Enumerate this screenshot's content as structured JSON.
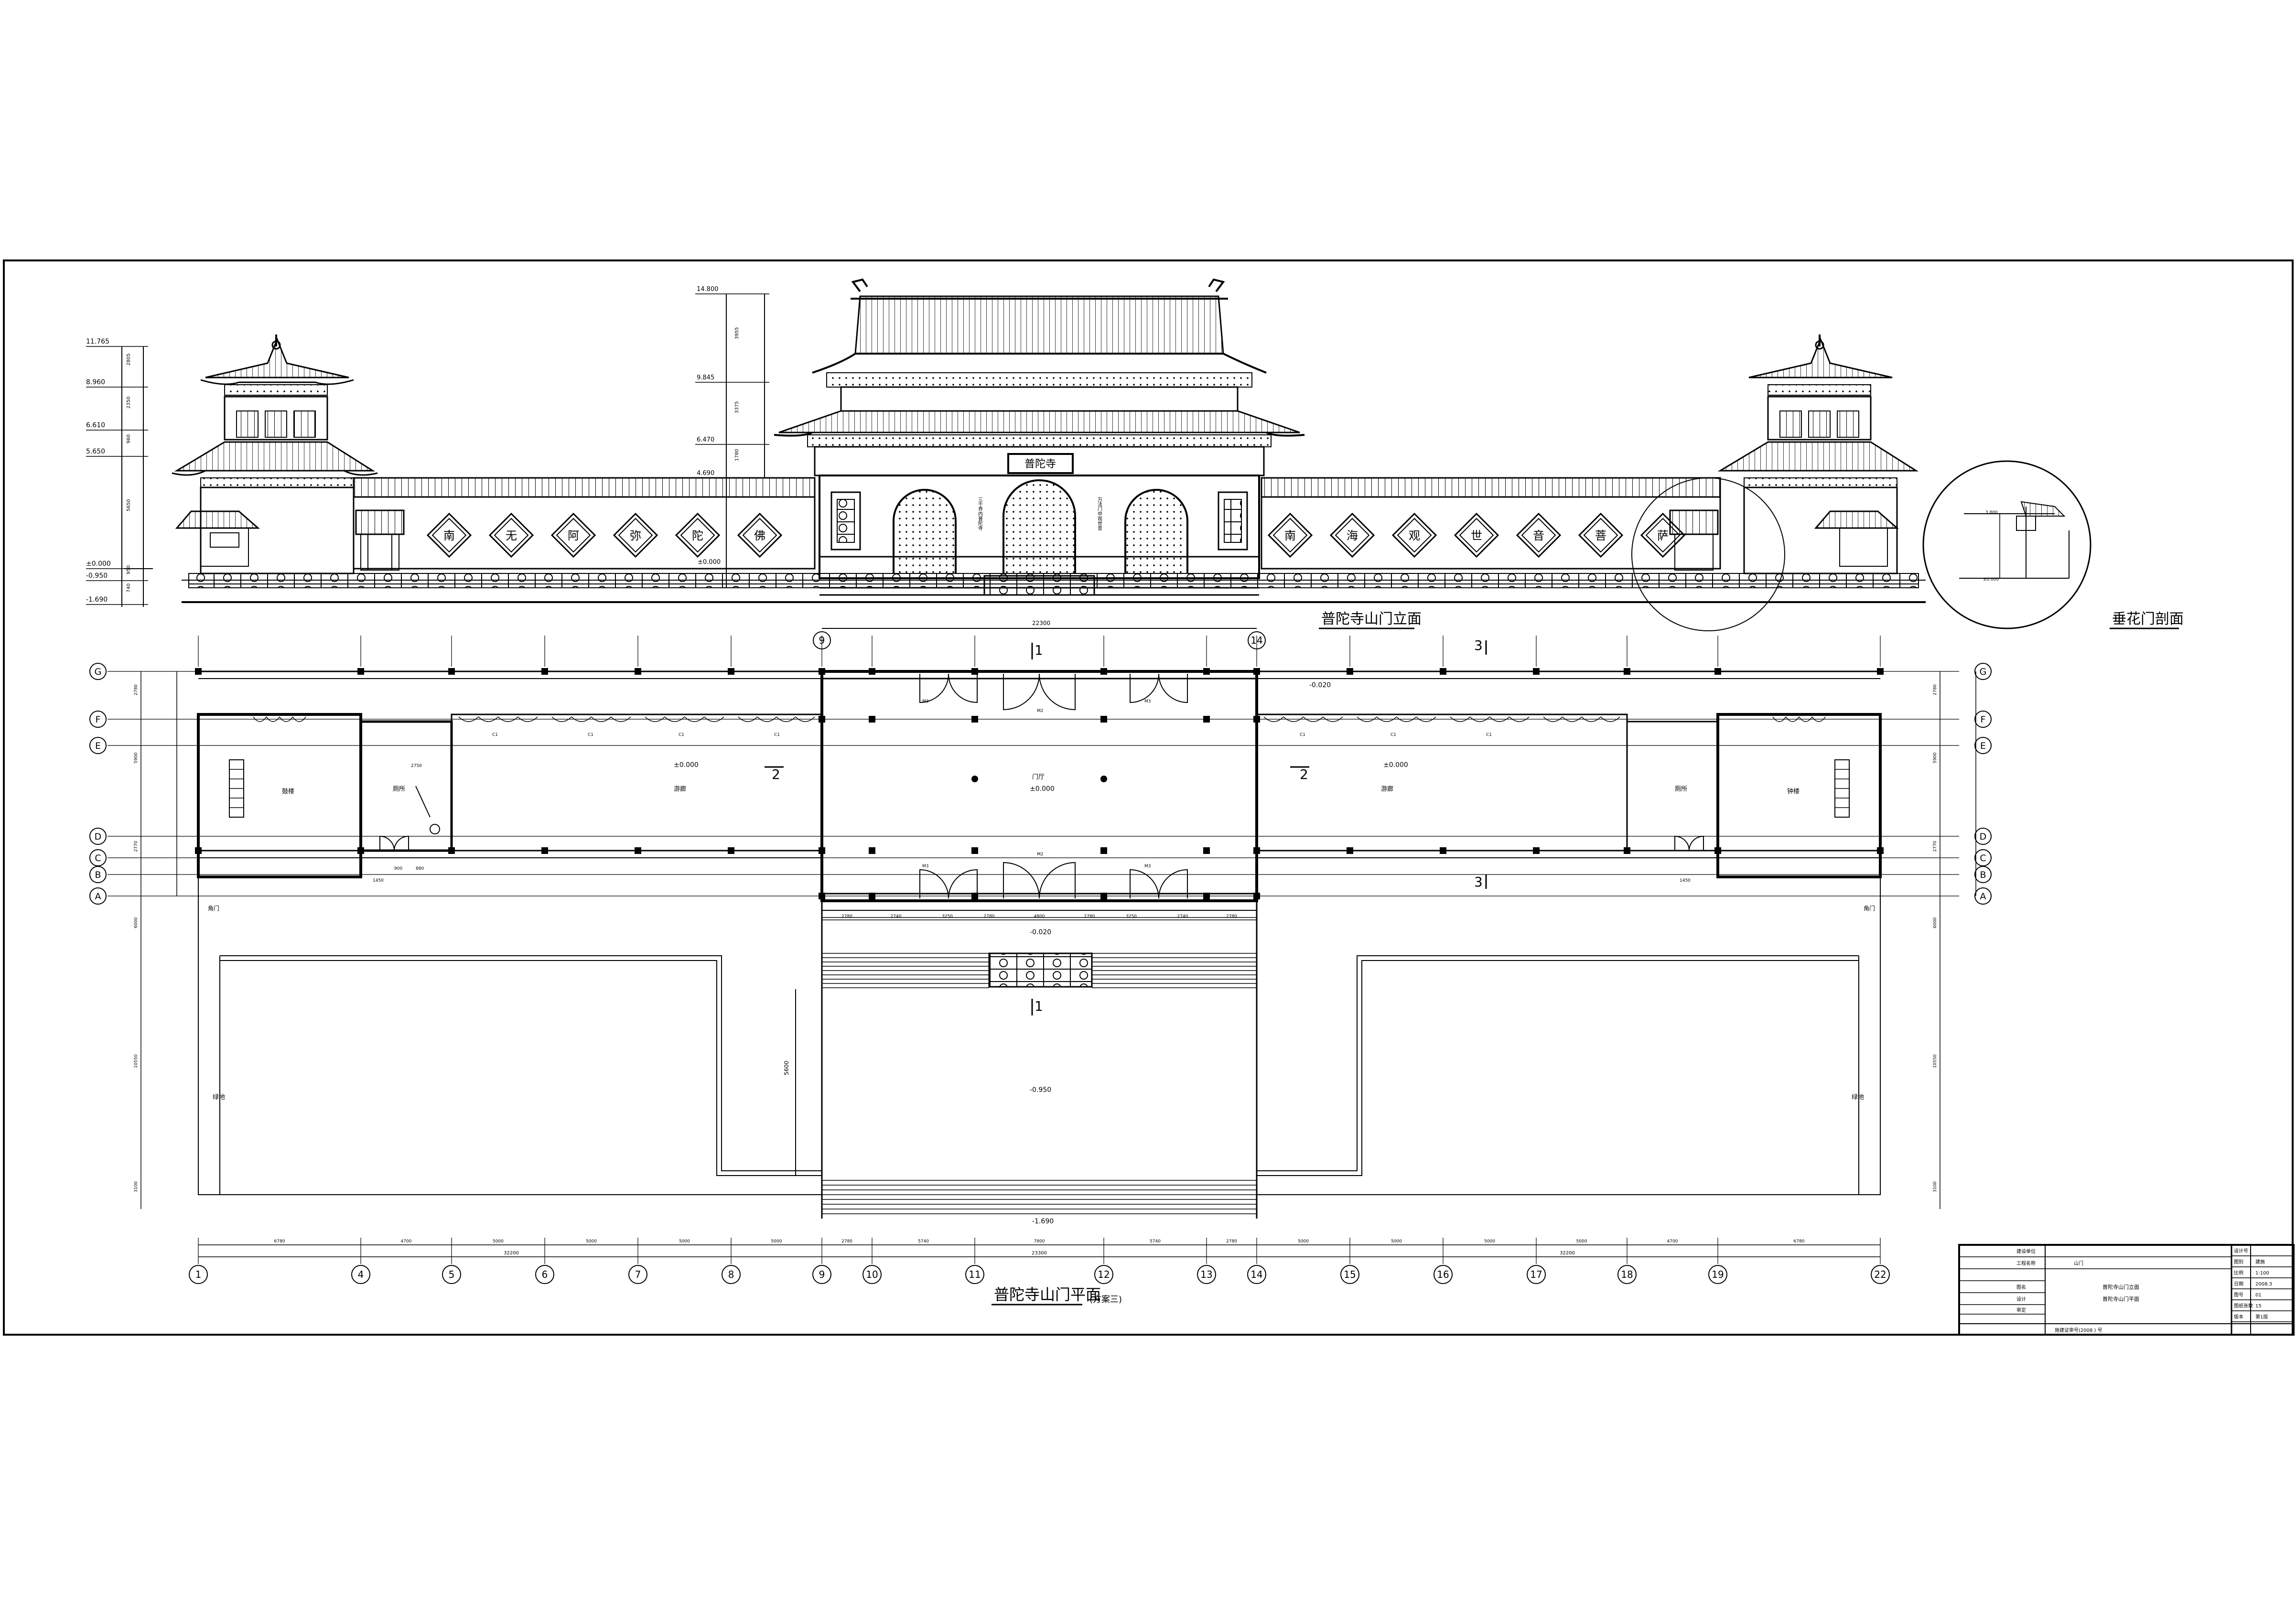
{
  "elevation": {
    "title": "普陀寺山门立面",
    "plaque": "普陀寺",
    "couplet_left": "三千界内普陀寺",
    "couplet_right": "万法门中观世音",
    "wall_chars_left": [
      "南",
      "无",
      "阿",
      "弥",
      "陀",
      "佛"
    ],
    "wall_chars_right": [
      "南",
      "海",
      "观",
      "世",
      "音",
      "菩",
      "萨"
    ],
    "levels_left": [
      "11.765",
      "8.960",
      "6.610",
      "5.650",
      "±0.000",
      "-0.950",
      "-1.690"
    ],
    "levels_center": [
      "14.800",
      "9.845",
      "6.470",
      "4.690"
    ],
    "dims_left": [
      "2805",
      "2350",
      "960",
      "5650",
      "950",
      "740"
    ],
    "dims_center": [
      "3955",
      "3375",
      "1780"
    ],
    "center_width": "22300",
    "small_level": "±0.000"
  },
  "section": {
    "title": "垂花门剖面",
    "levels": [
      "3.800",
      "±0.000"
    ]
  },
  "plan": {
    "title": "普陀寺山门平面",
    "subtitle": "(方案三)",
    "axis_cols": [
      "1",
      "4",
      "5",
      "6",
      "7",
      "8",
      "9",
      "10",
      "11",
      "12",
      "13",
      "14",
      "15",
      "16",
      "17",
      "18",
      "19",
      "22"
    ],
    "axis_rows": [
      "G",
      "F",
      "E",
      "D",
      "C",
      "B",
      "A"
    ],
    "rooms": {
      "drum_tower": "鼓楼",
      "bell_tower": "钟楼",
      "toilet": "厕所",
      "corridor": "游廊",
      "gate_hall": "门厅",
      "jiao_men_left": "角门",
      "jiao_men_right": "角门",
      "green_left": "绿地",
      "green_right": "绿地"
    },
    "levels": {
      "corridor_l": "±0.000",
      "gate": "±0.000",
      "corridor_r": "±0.000",
      "terrace": "-0.020",
      "plaza": "-0.950",
      "bottom": "-1.690",
      "front_r": "-0.020"
    },
    "section_marks": [
      "1",
      "1",
      "2",
      "2",
      "3",
      "3"
    ],
    "door_tags": [
      "M3",
      "M2",
      "M3",
      "M3",
      "M2",
      "M3"
    ],
    "window_tags": [
      "C1",
      "C1",
      "C1",
      "C1",
      "C1",
      "C1",
      "C1"
    ],
    "top_dim": "22300",
    "front_dims": [
      "2780",
      "2740",
      "3250",
      "2780",
      "4800",
      "2780",
      "3250",
      "2740",
      "2780"
    ],
    "bottom_dims": [
      "6780",
      "4700",
      "5000",
      "5000",
      "5000",
      "5000",
      "2780",
      "5740",
      "7800",
      "5740",
      "2780",
      "5000",
      "5000",
      "5000",
      "5000",
      "4700",
      "6780"
    ],
    "bottom_totals": [
      "32200",
      "23300",
      "32200"
    ],
    "side_dims_left": [
      "2780",
      "5900",
      "2770",
      "6000",
      "10550",
      "3100"
    ],
    "side_dims_right": [
      "2780",
      "5900",
      "2770",
      "6000",
      "10550",
      "3100"
    ],
    "plaza_dim": "5600",
    "toilet_dims": [
      "2750",
      "1450",
      "900",
      "880"
    ],
    "right_small": "1450"
  },
  "title_block": {
    "labels": [
      "建设单位",
      "工程名称",
      "图名",
      "设计",
      "审定"
    ],
    "project": "山门",
    "drawing_name_1": "普陀寺山门立面",
    "drawing_name_2": "普陀寺山门平面",
    "right_labels": [
      "设计号",
      "图别",
      "比例",
      "日期",
      "图号",
      "图纸张数",
      "版本"
    ],
    "right_values": [
      "建施",
      "1:100",
      "2008.3",
      "01",
      "15",
      "第1版"
    ],
    "footer": "施建证审号(2008   )     号"
  }
}
